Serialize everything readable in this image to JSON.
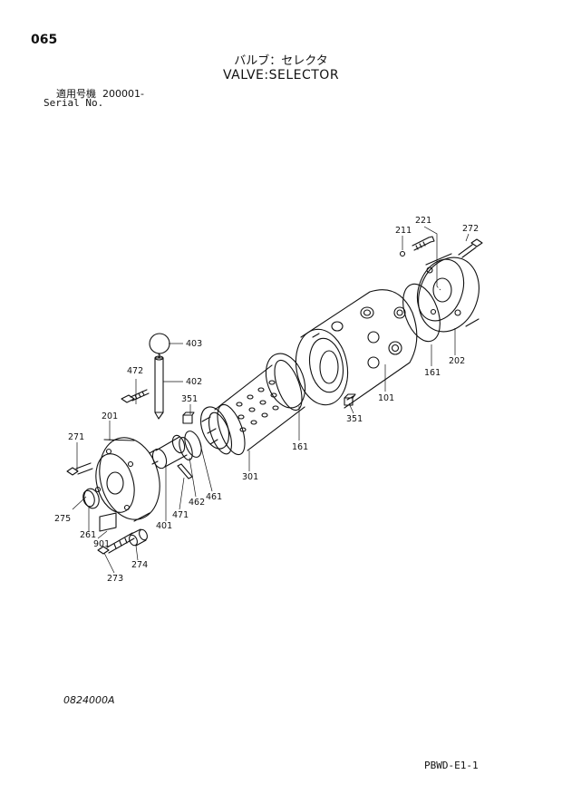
{
  "header": {
    "page_number": "065",
    "title_jp": "バルブ：セレクタ",
    "title_en": "VALVE:SELECTOR"
  },
  "serial": {
    "label_jp": "適用号機",
    "value": "200001-",
    "label_en": "Serial No."
  },
  "parts": {
    "p101": "101",
    "p161a": "161",
    "p161b": "161",
    "p201": "201",
    "p202": "202",
    "p211": "211",
    "p221": "221",
    "p261": "261",
    "p271": "271",
    "p272": "272",
    "p273": "273",
    "p274": "274",
    "p275": "275",
    "p301": "301",
    "p351a": "351",
    "p351b": "351",
    "p401": "401",
    "p402": "402",
    "p403": "403",
    "p461": "461",
    "p462": "462",
    "p471": "471",
    "p472": "472",
    "p901": "901"
  },
  "footer": {
    "drawing_code": "0824000A",
    "sheet_ref": "PBWD-E1-1"
  }
}
